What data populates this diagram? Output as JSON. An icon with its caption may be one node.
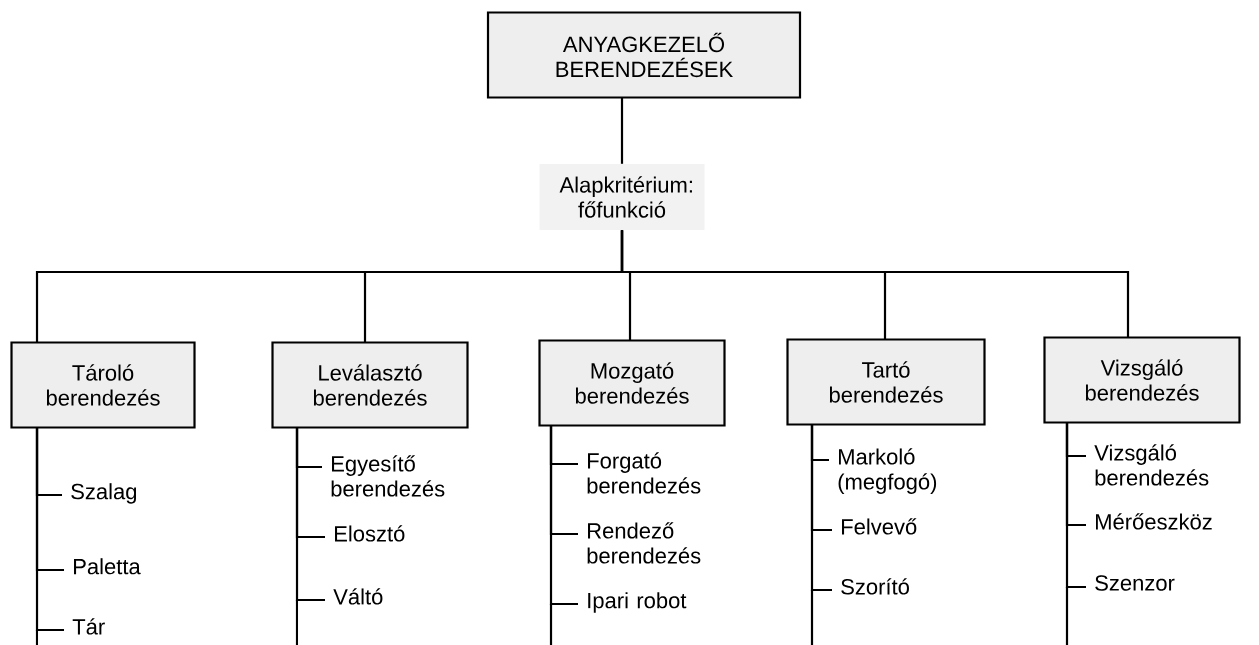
{
  "diagram": {
    "nodes": [
      {
        "text": [
          "ANYAGKEZELŐ BERENDEZÉSEK"
        ]
      },
      {
        "text": [
          "Alapkritérium: főfunkció"
        ]
      },
      {
        "text": [
          "Tároló berendezés"
        ]
      },
      {
        "text": [
          "Leválasztó berendezés"
        ]
      },
      {
        "text": [
          "Mozgató berendezés"
        ]
      },
      {
        "text": [
          "Tartó berendezés"
        ]
      },
      {
        "text": [
          "Vizsgáló berendezés"
        ]
      },
      {
        "text": [
          "Szalag"
        ]
      },
      {
        "text": [
          "Paletta"
        ]
      },
      {
        "text": [
          "Tár"
        ]
      },
      {
        "text": [
          "Egyesítő berendezés"
        ]
      },
      {
        "text": [
          "Elosztó"
        ]
      },
      {
        "text": [
          "Váltó"
        ]
      },
      {
        "text": [
          "Forgató berendezés"
        ]
      },
      {
        "text": [
          "Rendező berendezés"
        ]
      },
      {
        "text": [
          "Ipari robot"
        ]
      },
      {
        "text": [
          "Markoló (megfogó)"
        ]
      },
      {
        "text": [
          "Felvevő"
        ]
      },
      {
        "text": [
          "Szorító"
        ]
      },
      {
        "text": [
          "Vizsgáló berendezés"
        ]
      },
      {
        "text": [
          "Mérőeszköz"
        ]
      },
      {
        "text": [
          "Szenzor"
        ]
      }
    ],
    "edges": [
      {
        "from": 0,
        "to": 1,
        "arrow": "none"
      },
      {
        "from": 1,
        "to": 2,
        "arrow": "none"
      },
      {
        "from": 1,
        "to": 3,
        "arrow": "none"
      },
      {
        "from": 1,
        "to": 4,
        "arrow": "none"
      },
      {
        "from": 1,
        "to": 5,
        "arrow": "none"
      },
      {
        "from": 1,
        "to": 6,
        "arrow": "none"
      },
      {
        "from": 2,
        "to": 7,
        "arrow": "none"
      },
      {
        "from": 2,
        "to": 8,
        "arrow": "none"
      },
      {
        "from": 2,
        "to": 9,
        "arrow": "none"
      },
      {
        "from": 3,
        "to": 10,
        "arrow": "none"
      },
      {
        "from": 3,
        "to": 11,
        "arrow": "none"
      },
      {
        "from": 3,
        "to": 12,
        "arrow": "none"
      },
      {
        "from": 4,
        "to": 13,
        "arrow": "none"
      },
      {
        "from": 4,
        "to": 14,
        "arrow": "none"
      },
      {
        "from": 4,
        "to": 15,
        "arrow": "none"
      },
      {
        "from": 5,
        "to": 16,
        "arrow": "none"
      },
      {
        "from": 5,
        "to": 17,
        "arrow": "none"
      },
      {
        "from": 5,
        "to": 18,
        "arrow": "none"
      },
      {
        "from": 6,
        "to": 19,
        "arrow": "none"
      },
      {
        "from": 6,
        "to": 20,
        "arrow": "none"
      },
      {
        "from": 6,
        "to": 21,
        "arrow": "none"
      }
    ]
  }
}
